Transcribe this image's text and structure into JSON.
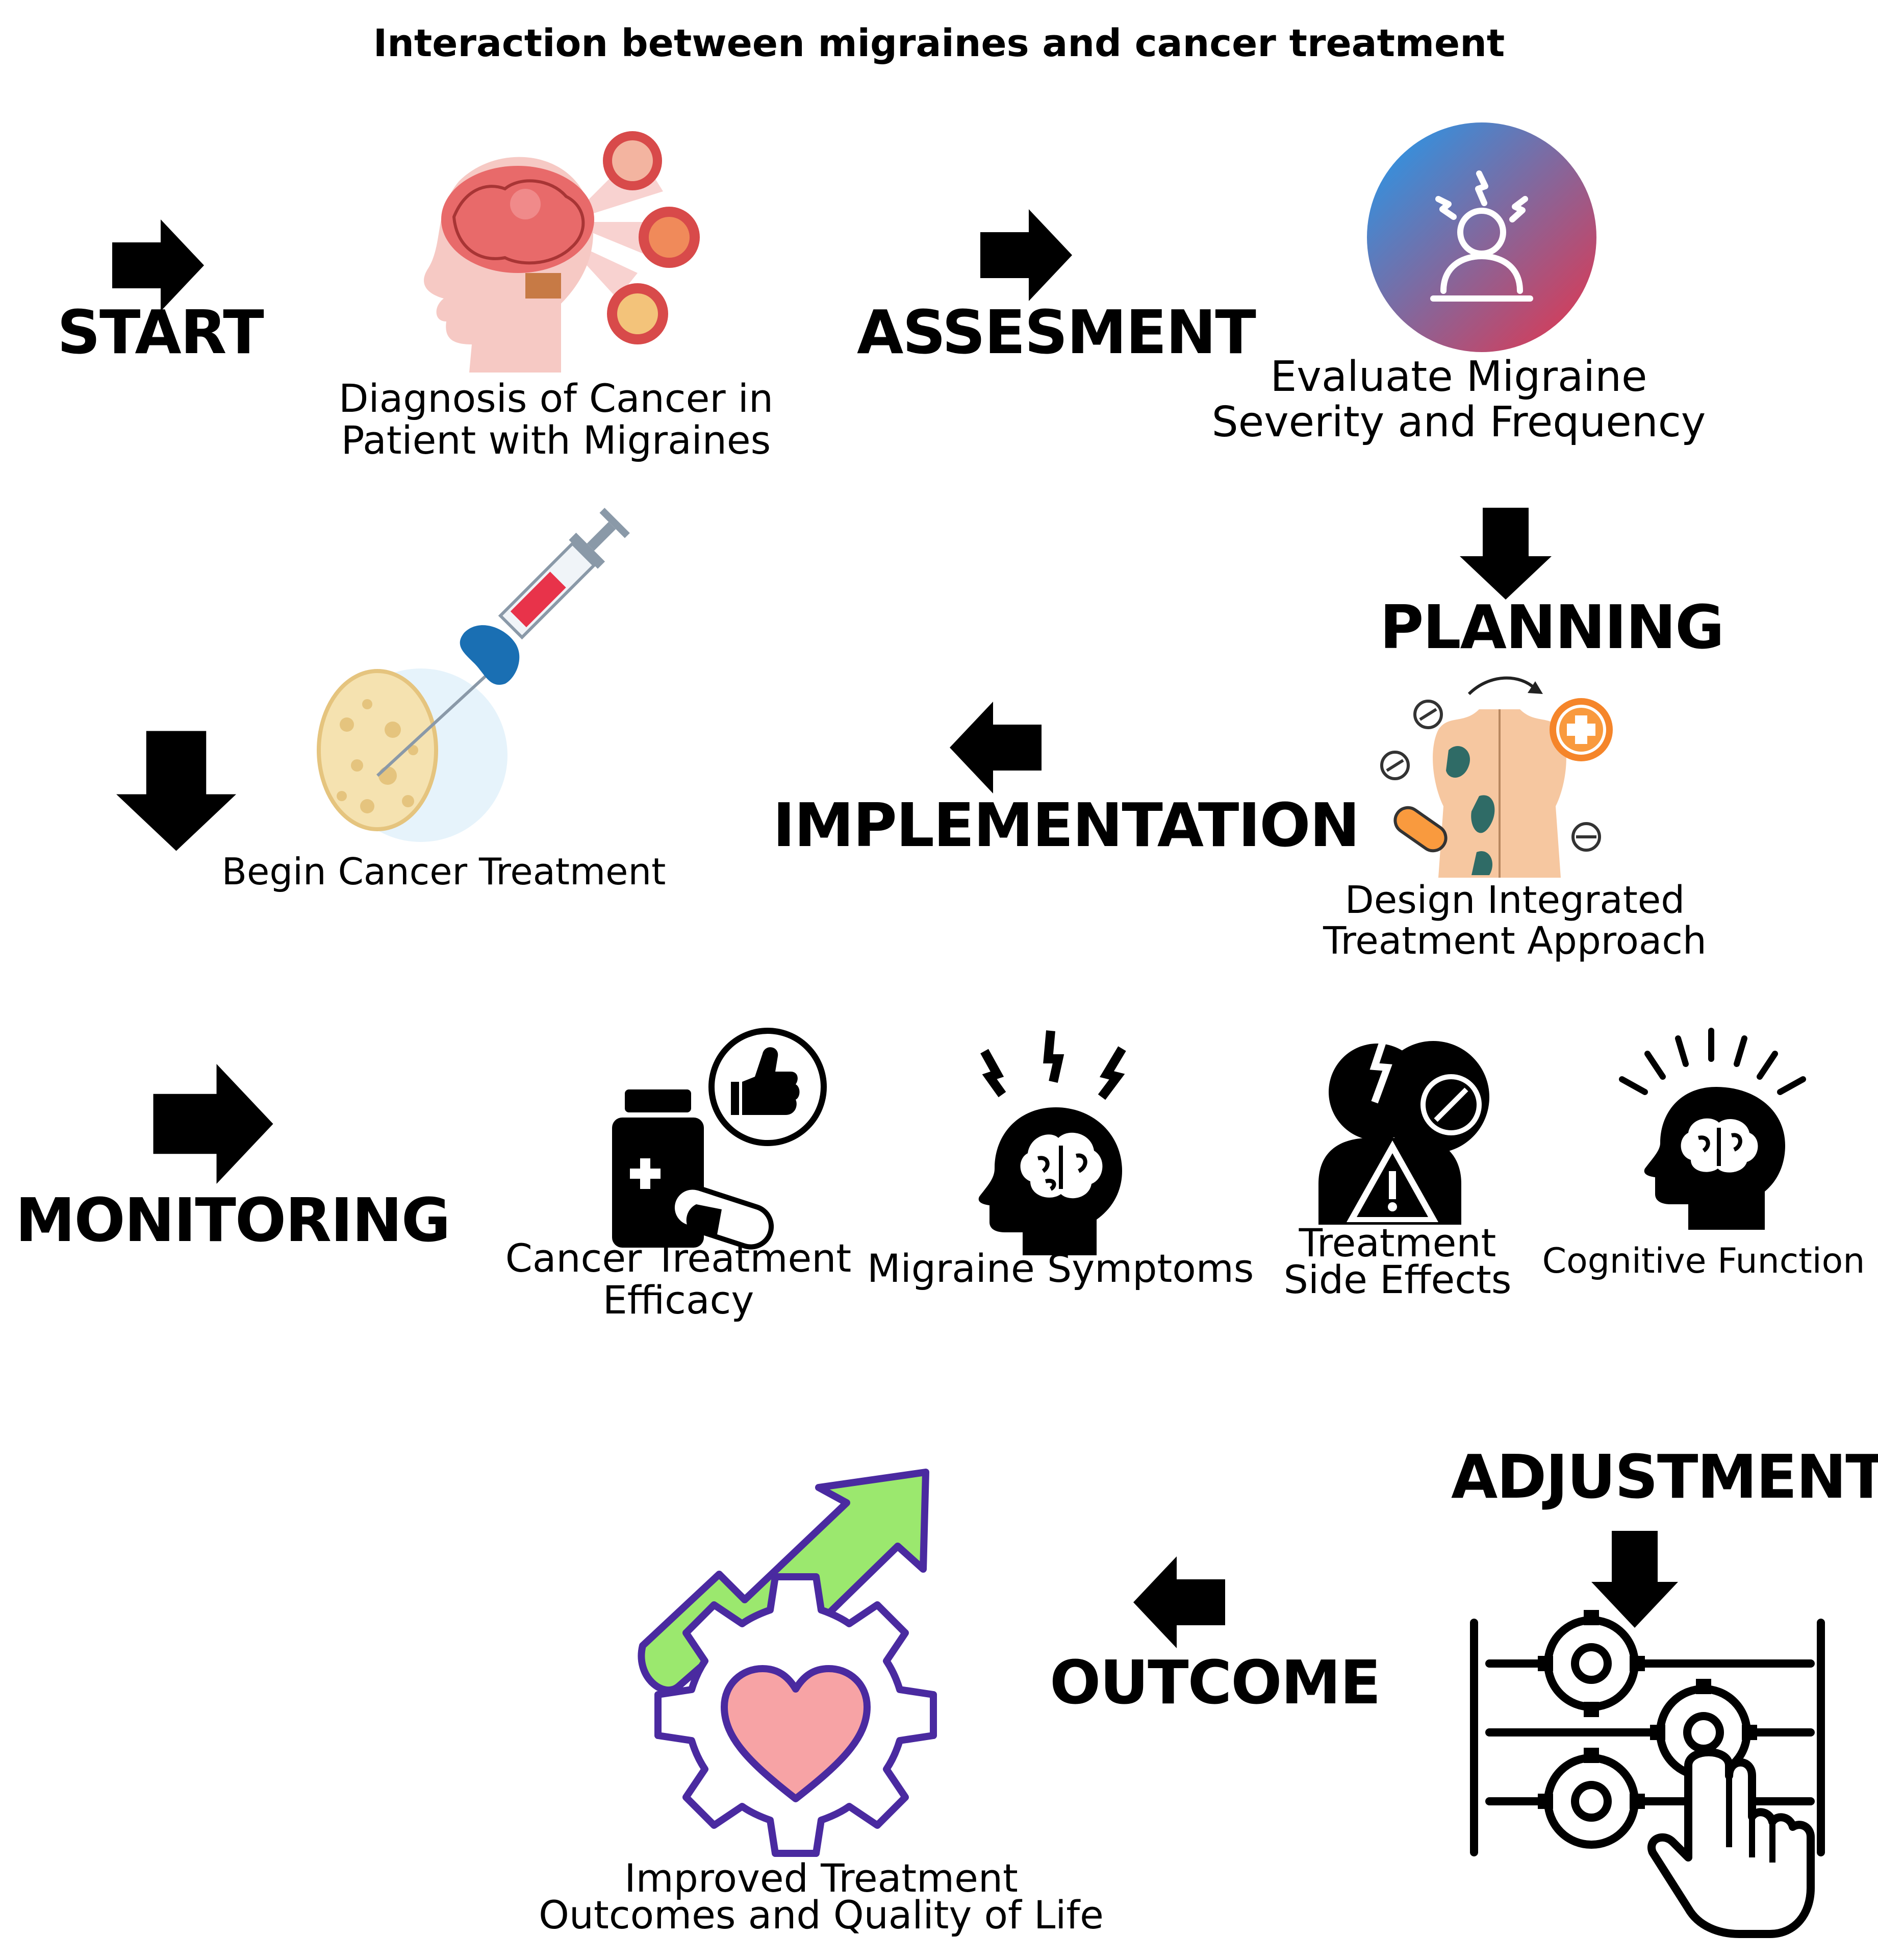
{
  "title": "Interaction between migraines and cancer treatment",
  "stages": {
    "start": "START",
    "assessment": "ASSESMENT",
    "planning": "PLANNING",
    "implementation": "IMPLEMENTATION",
    "monitoring": "MONITORING",
    "adjustment": "ADJUSTMENT",
    "outcome": "OUTCOME"
  },
  "captions": {
    "diagnosis": [
      "Diagnosis of Cancer in",
      "Patient with Migraines"
    ],
    "evaluate": [
      "Evaluate Migraine",
      "Severity and Frequency"
    ],
    "design": [
      "Design Integrated",
      "Treatment Approach"
    ],
    "begin": "Begin Cancer Treatment",
    "efficacy": [
      "Cancer Treatment",
      "Efficacy"
    ],
    "migraine_symptoms": "Migraine Symptoms",
    "side_effects": [
      "Treatment",
      "Side Effects"
    ],
    "cognitive": "Cognitive Function",
    "improved": [
      "Improved Treatment",
      "Outcomes and Quality of Life"
    ]
  },
  "icons": {
    "diagnosis": "brain-cancer-icon",
    "evaluate": "headache-person-icon",
    "design": "body-treatment-icon",
    "begin": "syringe-cell-icon",
    "efficacy": "medicine-thumbs-up-icon",
    "migraine_symptoms": "migraine-head-icon",
    "side_effects": "side-effects-warning-icon",
    "cognitive": "cognitive-head-icon",
    "adjustment": "gear-sliders-hand-icon",
    "improved": "heart-gear-arrow-icon"
  },
  "colors": {
    "arrow": "#000000",
    "gradient_start": "#1e9cf0",
    "gradient_end": "#e8334a",
    "growth_arrow": "#9be86e",
    "heart": "#f7a3a5",
    "gear_outline": "#4a2aa0"
  }
}
